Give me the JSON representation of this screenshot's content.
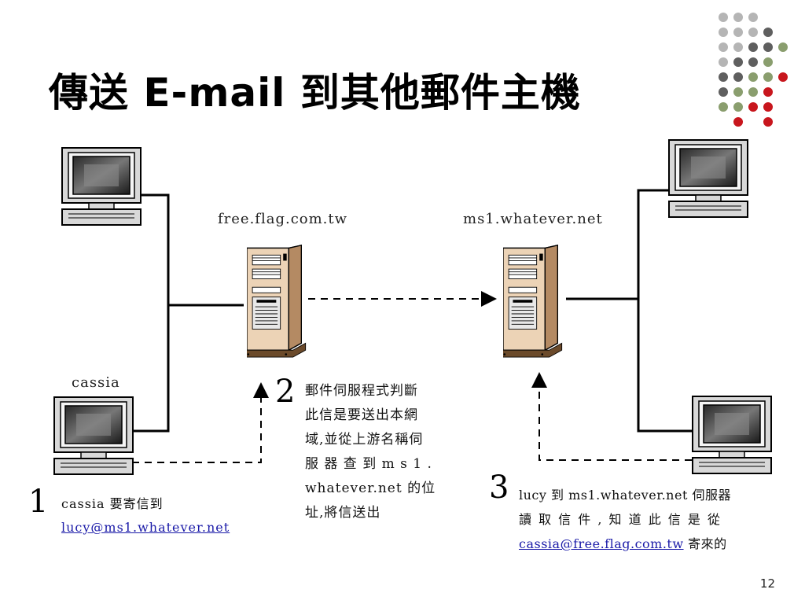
{
  "title": "傳送 E-mail 到其他郵件主機",
  "servers": {
    "left_label": "free.flag.com.tw",
    "right_label": "ms1.whatever.net"
  },
  "client_label": "cassia",
  "steps": [
    {
      "number": "1",
      "line1": "cassia 要寄信到",
      "line2": "lucy@ms1.whatever.net"
    },
    {
      "number": "2",
      "lines": [
        "郵件伺服程式判斷",
        "此信是要送出本網",
        "域,並從上游名稱伺",
        "服 器 查 到 m s 1 .",
        "whatever.net 的位",
        "址,將信送出"
      ]
    },
    {
      "number": "3",
      "line1": "lucy 到 ms1.whatever.net 伺服器",
      "line2": "讀 取 信 件 , 知 道 此 信 是 從",
      "line3_link": "cassia@free.flag.com.tw",
      "line3_rest": " 寄來的"
    }
  ],
  "page_number": "12",
  "colors": {
    "dot_gray": "#b5b5b5",
    "dot_dark": "#5f5f5f",
    "dot_green": "#8a9e6e",
    "dot_red": "#c8161d",
    "server_body": "#e6c9a8",
    "link": "#1a1aa8"
  }
}
